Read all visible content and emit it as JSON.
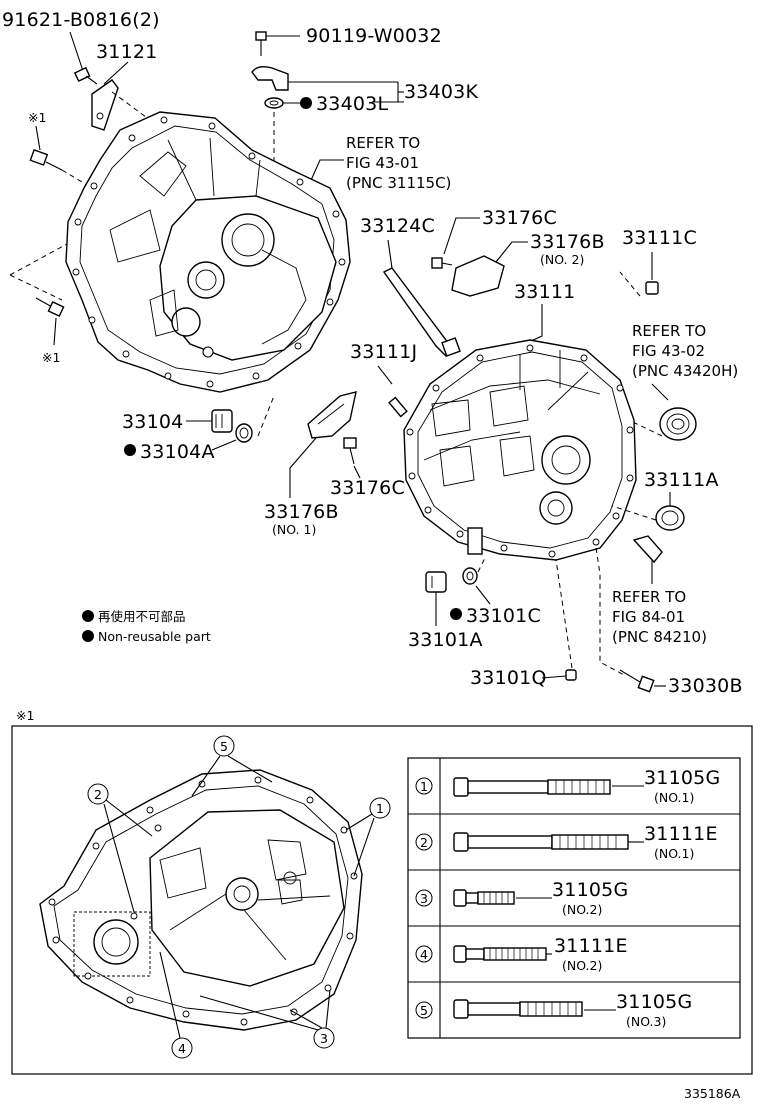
{
  "labels": {
    "p_91621": "91621-B0816(2)",
    "p_31121": "31121",
    "p_90119": "90119-W0032",
    "p_33403K": "33403K",
    "p_33403L": "33403L",
    "ref1_l1": "REFER TO",
    "ref1_l2": "FIG 43-01",
    "ref1_l3": "(PNC 31115C)",
    "mark1_top": "※1",
    "mark1_bottom": "※1",
    "p_33124C": "33124C",
    "p_33176C_top": "33176C",
    "p_33176B_top": "33176B",
    "p_33176B_top_sub": "(NO. 2)",
    "p_33111C": "33111C",
    "p_33111": "33111",
    "ref2_l1": "REFER TO",
    "ref2_l2": "FIG 43-02",
    "ref2_l3": "(PNC 43420H)",
    "p_33111J": "33111J",
    "p_33104": "33104",
    "p_33104A": "33104A",
    "p_33176C_bot": "33176C",
    "p_33176B_bot": "33176B",
    "p_33176B_bot_sub": "(NO. 1)",
    "p_33111A": "33111A",
    "ref3_l1": "REFER TO",
    "ref3_l2": "FIG 84-01",
    "ref3_l3": "(PNC 84210)",
    "p_33101C": "33101C",
    "p_33101A": "33101A",
    "p_33101Q": "33101Q",
    "p_33030B": "33030B",
    "inset_mark": "※1",
    "fig_id": "335186A"
  },
  "legend": [
    {
      "text": "再使用不可部品"
    },
    {
      "text": "Non-reusable part"
    }
  ],
  "bolt_table": [
    {
      "num": "1",
      "part": "31105G",
      "sub": "(NO.1)"
    },
    {
      "num": "2",
      "part": "31111E",
      "sub": "(NO.1)"
    },
    {
      "num": "3",
      "part": "31105G",
      "sub": "(NO.2)"
    },
    {
      "num": "4",
      "part": "31111E",
      "sub": "(NO.2)"
    },
    {
      "num": "5",
      "part": "31105G",
      "sub": "(NO.3)"
    }
  ],
  "inset_callouts": [
    "5",
    "2",
    "1",
    "4",
    "3"
  ]
}
